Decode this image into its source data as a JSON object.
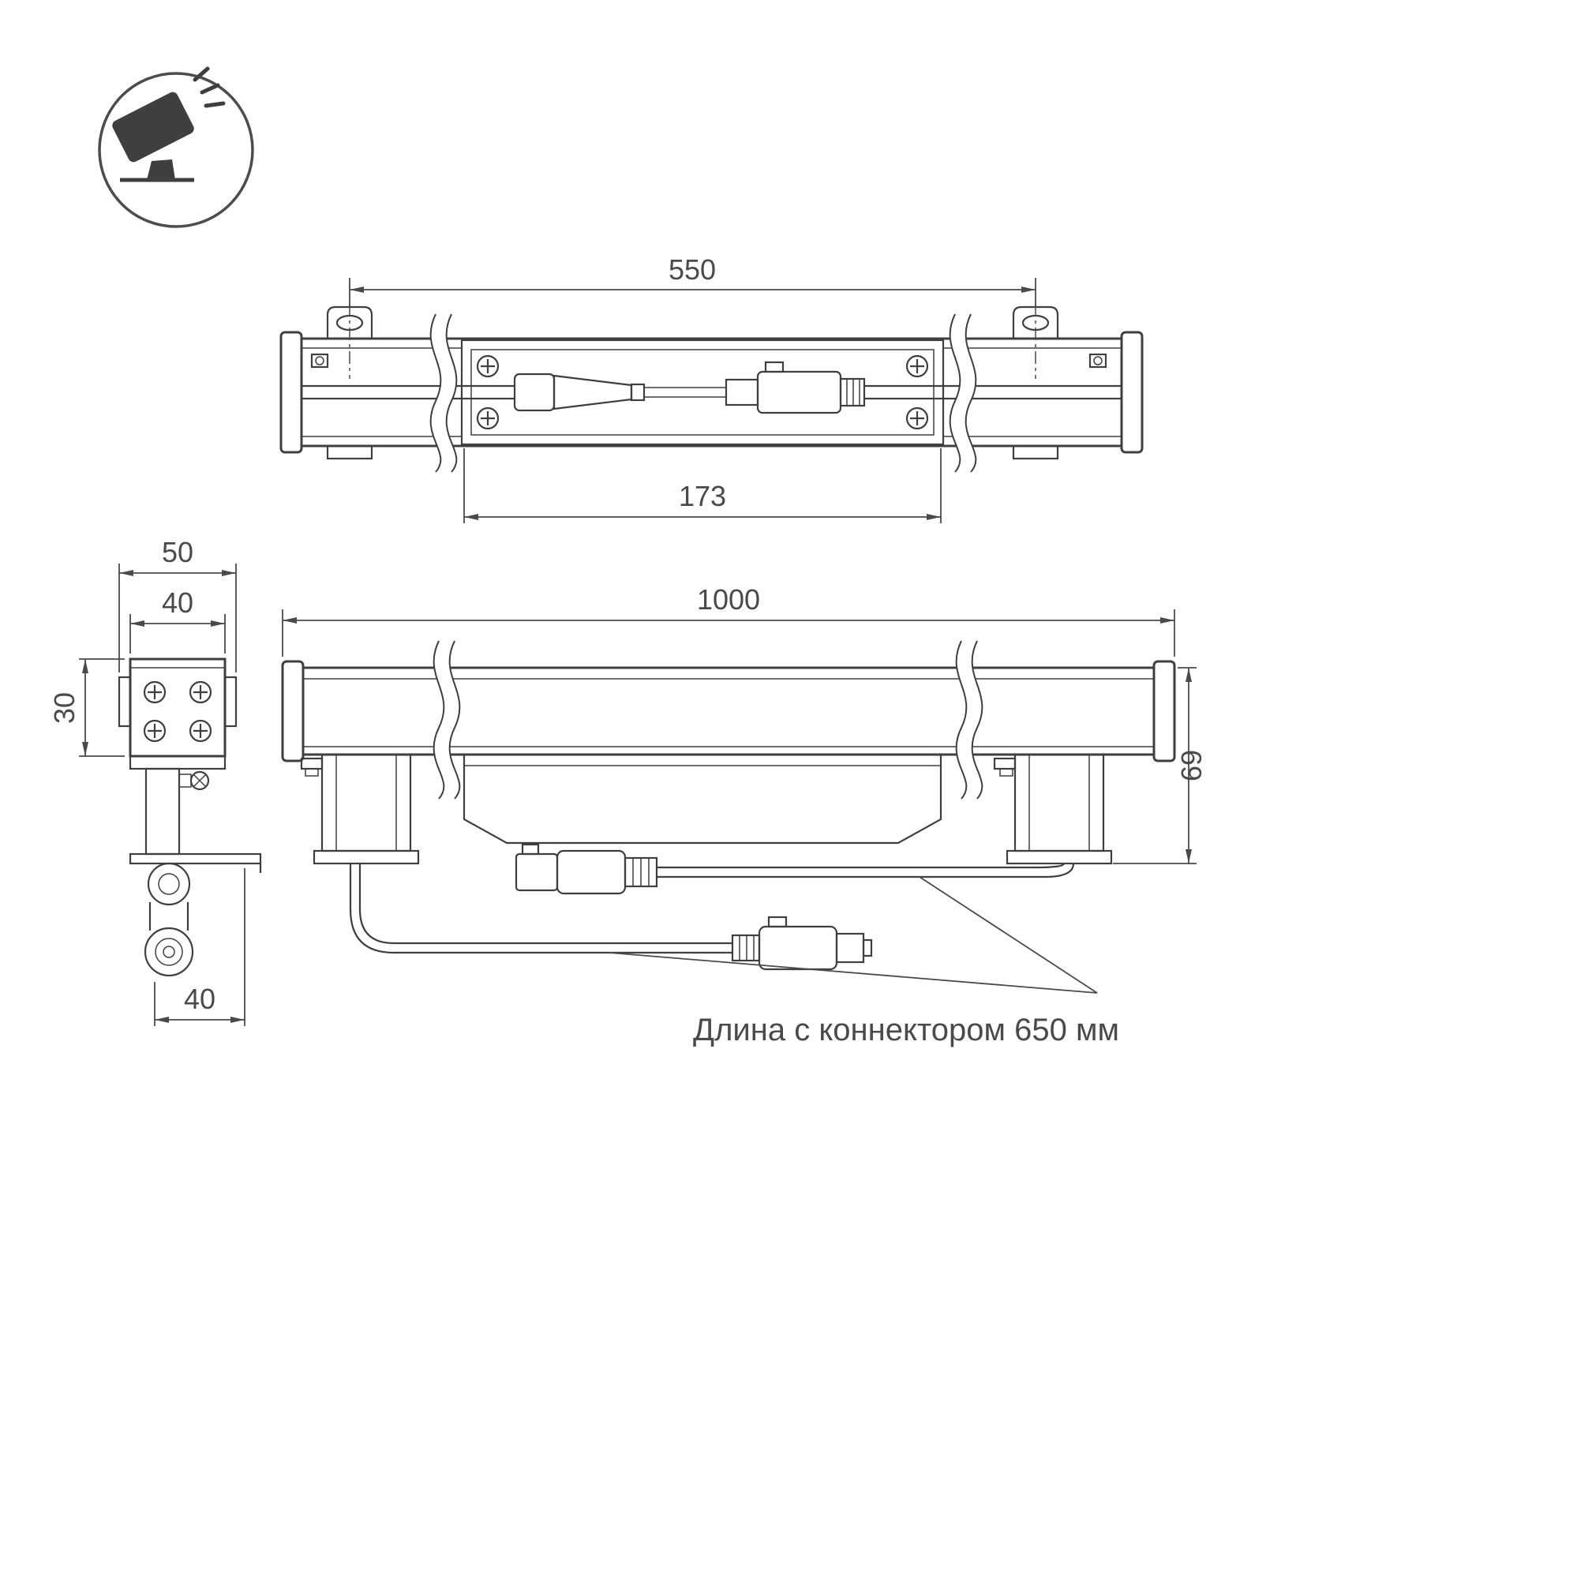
{
  "icon": {
    "name": "floodlight-icon"
  },
  "dimensions": {
    "mount_span": "550",
    "body_length": "173",
    "overall_width": "50",
    "body_width": "40",
    "body_height": "30",
    "bottom_offset": "40",
    "overall_length": "1000",
    "overall_height": "69"
  },
  "annotation": {
    "cable_note": "Длина с коннектором 650 мм"
  },
  "colors": {
    "line": "#3f3f3f",
    "dim": "#4a4a4a",
    "background": "#ffffff"
  }
}
